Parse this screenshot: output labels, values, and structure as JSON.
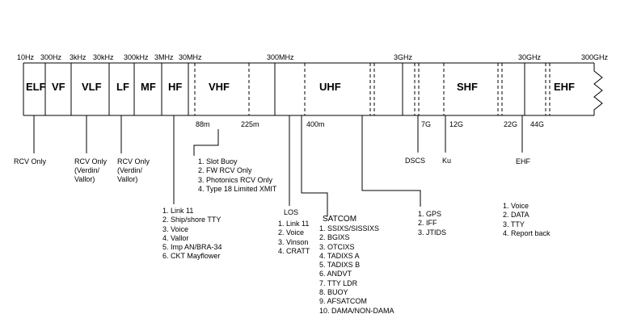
{
  "frequencies": [
    "10Hz",
    "300Hz",
    "3kHz",
    "30kHz",
    "300kHz",
    "3MHz",
    "30MHz",
    "300MHz",
    "3GHz",
    "30GHz",
    "300GHz"
  ],
  "bands": [
    "ELF",
    "VF",
    "VLF",
    "LF",
    "MF",
    "HF",
    "VHF",
    "UHF",
    "SHF",
    "EHF"
  ],
  "sub_markers": [
    "88m",
    "225m",
    "400m",
    "7G",
    "12G",
    "22G",
    "44G"
  ],
  "elf_note": "RCV Only",
  "vlf_note": [
    "RCV Only",
    "(Verdin/",
    "Vallor)"
  ],
  "lf_note": [
    "RCV Only",
    "(Verdin/",
    "Vallor)"
  ],
  "hf_list": [
    "1. Link 11",
    "2. Ship/shore TTY",
    "3. Voice",
    "4. Vallor",
    "5.  Imp AN/BRA-34",
    "6.  CKT Mayflower"
  ],
  "vhf_list": [
    "1. Slot Buoy",
    "2. FW RCV Only",
    "3. Photonics RCV Only",
    "4. Type 18 Limited XMIT"
  ],
  "los": {
    "title": "LOS",
    "items": [
      "1. Link 11",
      "2. Voice",
      "3. Vinson",
      "4. CRATT"
    ]
  },
  "satcom": {
    "title": "SATCOM",
    "items": [
      "1. SSIXS/SISSIXS",
      "2.  BGIXS",
      "3.  OTCIXS",
      "4.  TADIXS A",
      "5.  TADIXS B",
      "6.  ANDVT",
      "7.  TTY LDR",
      "8.  BUOY",
      "9.  AFSATCOM",
      "10. DAMA/NON-DAMA"
    ]
  },
  "shf_list": [
    "1. GPS",
    "2. IFF",
    "3. JTIDS"
  ],
  "dscs_label": "DSCS",
  "ku_label": "Ku",
  "ehf": {
    "title": "EHF",
    "items": [
      "1. Voice",
      "2. DATA",
      "3. TTY",
      "4. Report back"
    ]
  }
}
